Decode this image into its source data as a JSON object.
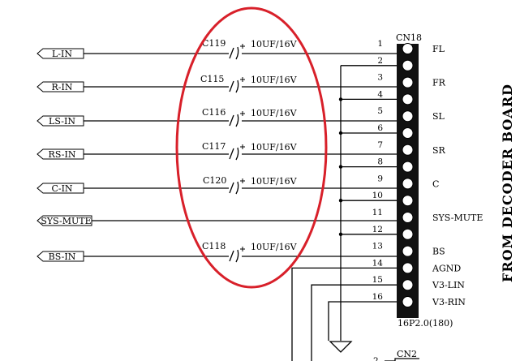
{
  "inputs": [
    {
      "label": "L-IN"
    },
    {
      "label": "R-IN"
    },
    {
      "label": "LS-IN"
    },
    {
      "label": "RS-IN"
    },
    {
      "label": "C-IN"
    },
    {
      "label": "SYS-MUTE"
    },
    {
      "label": "BS-IN"
    }
  ],
  "capacitors": [
    {
      "ref": "C119",
      "value": "10UF/16V"
    },
    {
      "ref": "C115",
      "value": "10UF/16V"
    },
    {
      "ref": "C116",
      "value": "10UF/16V"
    },
    {
      "ref": "C117",
      "value": "10UF/16V"
    },
    {
      "ref": "C120",
      "value": "10UF/16V"
    },
    {
      "ref": "C118",
      "value": "10UF/16V"
    }
  ],
  "connector": {
    "ref": "CN18",
    "part": "16P2.0(180)",
    "pins": [
      "1",
      "2",
      "3",
      "4",
      "5",
      "6",
      "7",
      "8",
      "9",
      "10",
      "11",
      "12",
      "13",
      "14",
      "15",
      "16"
    ],
    "signals": [
      {
        "pin": "1",
        "name": "FL"
      },
      {
        "pin": "3",
        "name": "FR"
      },
      {
        "pin": "5",
        "name": "SL"
      },
      {
        "pin": "7",
        "name": "SR"
      },
      {
        "pin": "9",
        "name": "C"
      },
      {
        "pin": "11",
        "name": "SYS-MUTE"
      },
      {
        "pin": "13",
        "name": "BS"
      },
      {
        "pin": "14",
        "name": "AGND"
      },
      {
        "pin": "15",
        "name": "V3-LIN"
      },
      {
        "pin": "16",
        "name": "V3-RIN"
      }
    ]
  },
  "connector2": {
    "ref": "CN2",
    "pin": "2"
  },
  "side_label": "FROM DECODER BOARD",
  "highlight_color": "#d8202a"
}
